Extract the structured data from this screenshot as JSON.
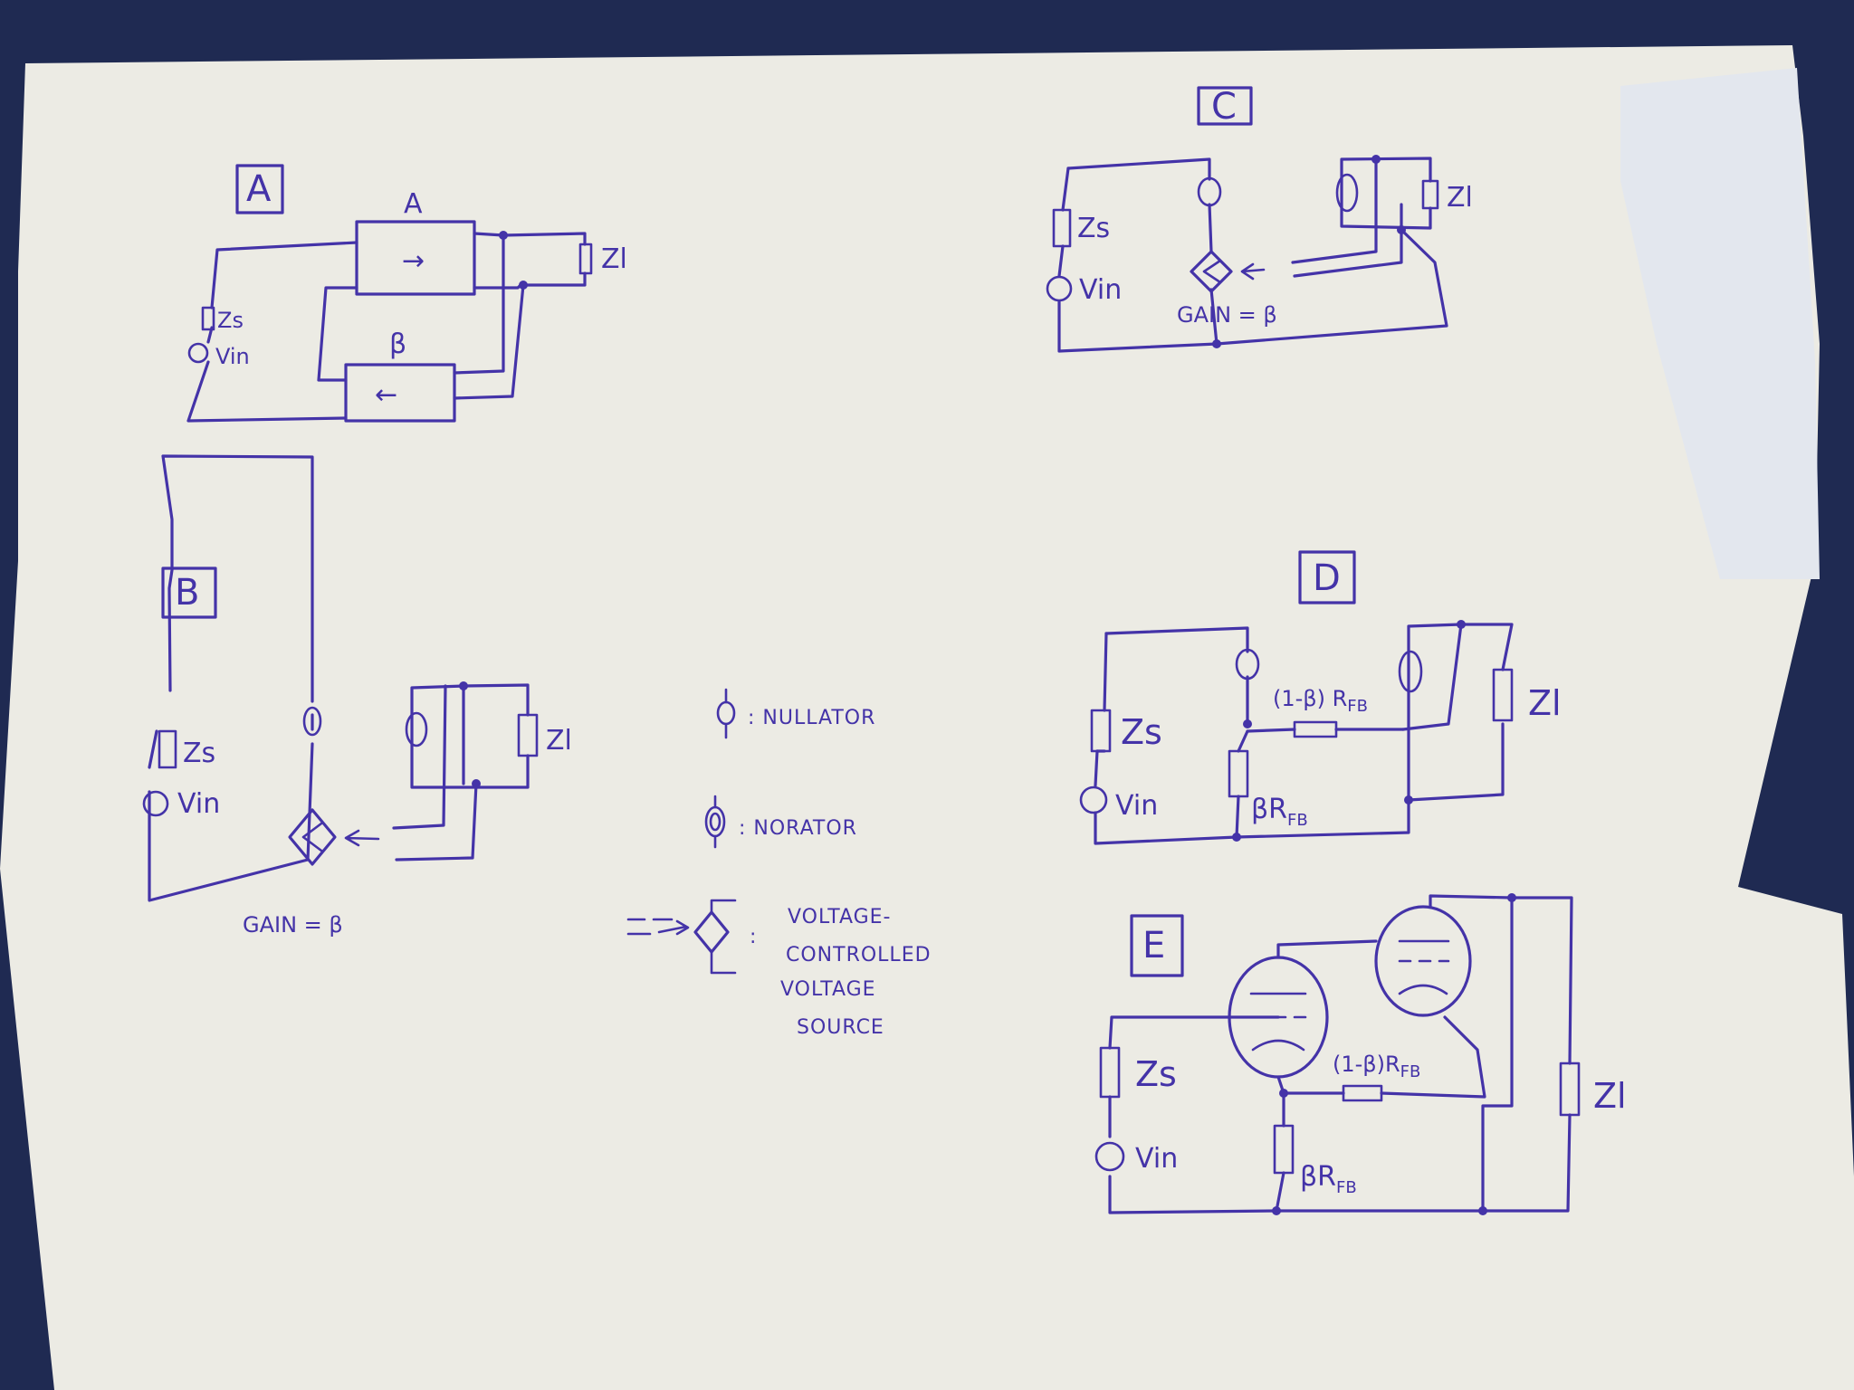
{
  "panels": {
    "a": {
      "caption": "A",
      "amp_label": "A",
      "fb_label": "β",
      "zs_label": "Zs",
      "vin_label": "Vin",
      "zl_label": "Zl",
      "arrow_fwd": "→",
      "arrow_back": "←"
    },
    "b": {
      "caption": "B",
      "zs_label": "Zs",
      "vin_label": "Vin",
      "zl_label": "Zl",
      "gain_label": "GAIN = β"
    },
    "c": {
      "caption": "C",
      "zs_label": "Zs",
      "vin_label": "Vin",
      "zl_label": "Zl",
      "gain_label": "GAIN = β"
    },
    "d": {
      "caption": "D",
      "zs_label": "Zs",
      "vin_label": "Vin",
      "zl_label": "Zl",
      "rfb_top": "(1-β) R",
      "rfb_top_sub": "FB",
      "rfb_bot": "βR",
      "rfb_bot_sub": "FB"
    },
    "e": {
      "caption": "E",
      "zs_label": "Zs",
      "vin_label": "Vin",
      "zl_label": "Zl",
      "rfb_top": "(1-β)R",
      "rfb_top_sub": "FB",
      "rfb_bot": "βR",
      "rfb_bot_sub": "FB"
    }
  },
  "legend": {
    "nullator": ": NULLATOR",
    "norator": ": NORATOR",
    "vcvs_lines": [
      "VOLTAGE-",
      "CONTROLLED",
      "VOLTAGE",
      "SOURCE"
    ],
    "vcvs_colon": ":"
  },
  "colors": {
    "ink": "#4433a8",
    "paper": "#f1f0ea",
    "background": "#1f2a52"
  }
}
